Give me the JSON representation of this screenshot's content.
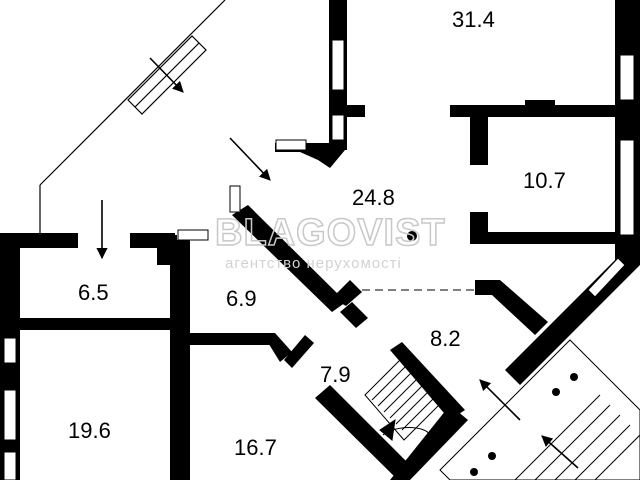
{
  "rooms": [
    {
      "id": "r1",
      "area": "31.4"
    },
    {
      "id": "r2",
      "area": "10.7"
    },
    {
      "id": "r3",
      "area": "24.8"
    },
    {
      "id": "r4",
      "area": "6.5"
    },
    {
      "id": "r5",
      "area": "6.9"
    },
    {
      "id": "r6",
      "area": "8.2"
    },
    {
      "id": "r7",
      "area": "7.9"
    },
    {
      "id": "r8",
      "area": "19.6"
    },
    {
      "id": "r9",
      "area": "16.7"
    }
  ],
  "watermark": {
    "brand": "BLAGOVIST",
    "tagline": "агентство нерухомості"
  },
  "colors": {
    "wall": "#000000",
    "background": "#ffffff",
    "watermark": "#c8c8c8"
  }
}
